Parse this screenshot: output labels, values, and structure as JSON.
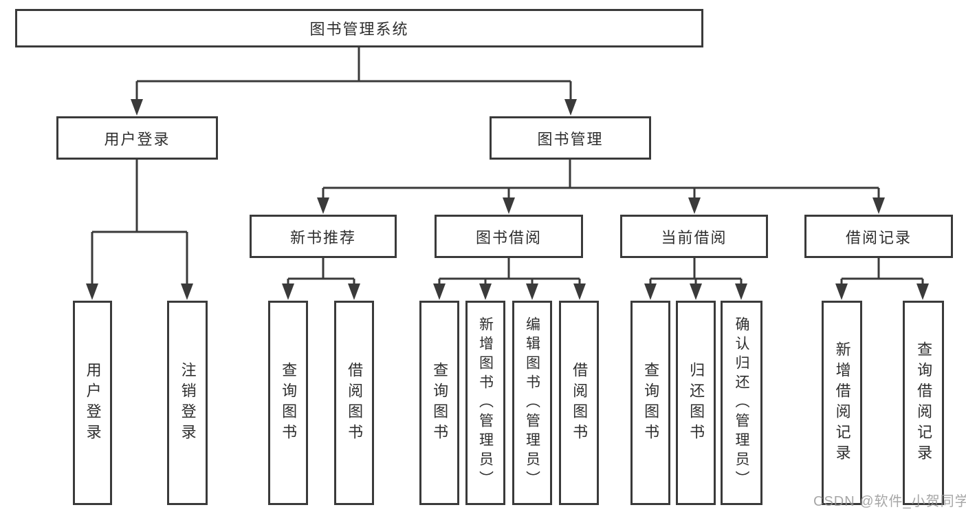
{
  "diagram": {
    "type": "hierarchy-tree",
    "line_color": "#3a3a3a",
    "background_color": "#ffffff",
    "watermark": "CSDN @软件_小贺同学",
    "nodes": {
      "root": "图书管理系统",
      "user_login": "用户登录",
      "book_mgmt": "图书管理",
      "new_books": "新书推荐",
      "book_borrow": "图书借阅",
      "current_borrow": "当前借阅",
      "borrow_records": "借阅记录",
      "login": "用户登录",
      "logout": "注销登录",
      "nb_query": "查询图书",
      "nb_borrow": "借阅图书",
      "bb_query": "查询图书",
      "bb_add": "新增图书（管理员）",
      "bb_edit": "编辑图书（管理员）",
      "bb_borrow": "借阅图书",
      "cb_query": "查询图书",
      "cb_return": "归还图书",
      "cb_confirm": "确认归还（管理员）",
      "br_add": "新增借阅记录",
      "br_query": "查询借阅记录"
    },
    "structure": {
      "图书管理系统": {
        "用户登录": [
          "用户登录",
          "注销登录"
        ],
        "图书管理": {
          "新书推荐": [
            "查询图书",
            "借阅图书"
          ],
          "图书借阅": [
            "查询图书",
            "新增图书（管理员）",
            "编辑图书（管理员）",
            "借阅图书"
          ],
          "当前借阅": [
            "查询图书",
            "归还图书",
            "确认归还（管理员）"
          ],
          "借阅记录": [
            "新增借阅记录",
            "查询借阅记录"
          ]
        }
      }
    }
  }
}
